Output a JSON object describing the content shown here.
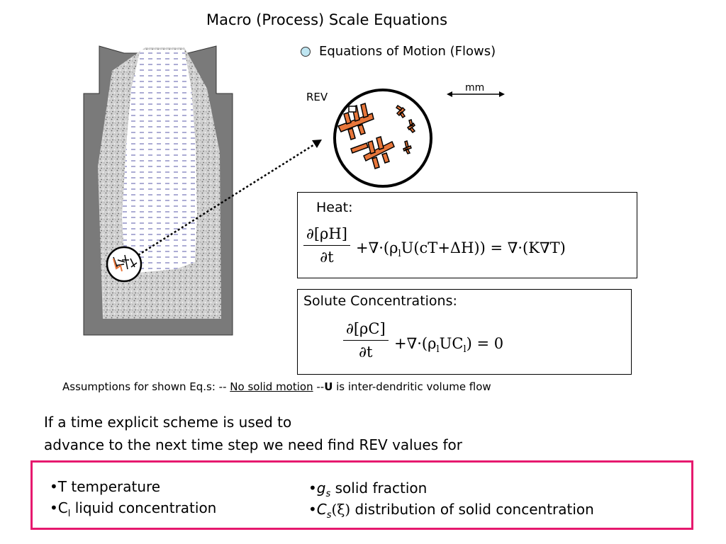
{
  "title": "Macro (Process) Scale Equations",
  "bullet_top": "Equations of Motion (Flows)",
  "rev_label": "REV",
  "scale_label": "mm",
  "heat": {
    "label": "Heat:",
    "numerator": "∂[ρH]",
    "denominator": "∂t",
    "rhs_a": "+∇·(ρ",
    "rhs_sub": "l",
    "rhs_b": "U(cT+ΔH)) = ∇·(K∇T)"
  },
  "solute": {
    "label": "Solute Concentrations:",
    "numerator": "∂[ρC]",
    "denominator": "∂t",
    "rhs_a": "+∇·(ρ",
    "rhs_sub1": "l",
    "rhs_b": "UC",
    "rhs_sub2": "l",
    "rhs_c": ") = 0"
  },
  "assumptions": {
    "prefix": "Assumptions for shown Eq.s: -- ",
    "underlined": "No solid motion",
    "mid": "  --",
    "bold": "U",
    "suffix": " is inter-dendritic volume flow"
  },
  "paragraph": {
    "line1": "If a time explicit scheme is used to",
    "line2": "advance to the next time step we need find REV values for"
  },
  "list_left": [
    {
      "prefix": "•",
      "sym": "T",
      "sub": "",
      "text": " temperature"
    },
    {
      "prefix": "•",
      "sym": "C",
      "sub": "l",
      "text": " liquid concentration"
    }
  ],
  "list_right": [
    {
      "prefix": "•",
      "sym": "g",
      "sub": "s",
      "text": " solid fraction"
    },
    {
      "prefix": "•",
      "sym": "C",
      "sub": "s",
      "arg": "(ξ)",
      "text": " distribution of solid concentration"
    }
  ],
  "colors": {
    "accent_border": "#e6196e",
    "dendrite": "#e8763a",
    "mold": "#7a7a7a"
  }
}
